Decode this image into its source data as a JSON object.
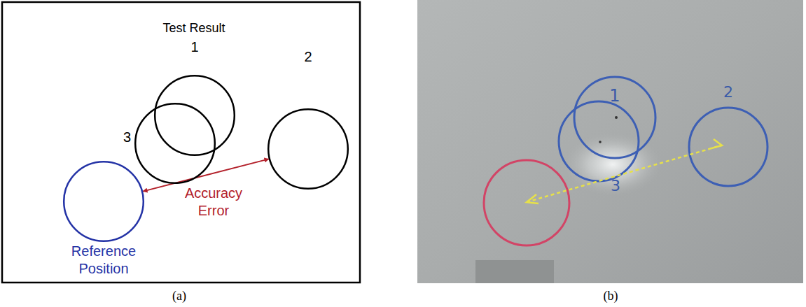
{
  "diagram": {
    "nodes": [
      {
        "text": [
          "1"
        ]
      },
      {
        "text": [
          "3"
        ]
      },
      {
        "text": [
          "2"
        ]
      },
      {
        "text": [
          "Reference Position"
        ]
      }
    ],
    "edges": [
      {
        "from": 3,
        "to": 2,
        "arrow": "both",
        "label": "Accuracy Error"
      }
    ],
    "labels": [
      "Test Result",
      "1",
      "2",
      "3",
      "(a)",
      "(b)"
    ]
  }
}
